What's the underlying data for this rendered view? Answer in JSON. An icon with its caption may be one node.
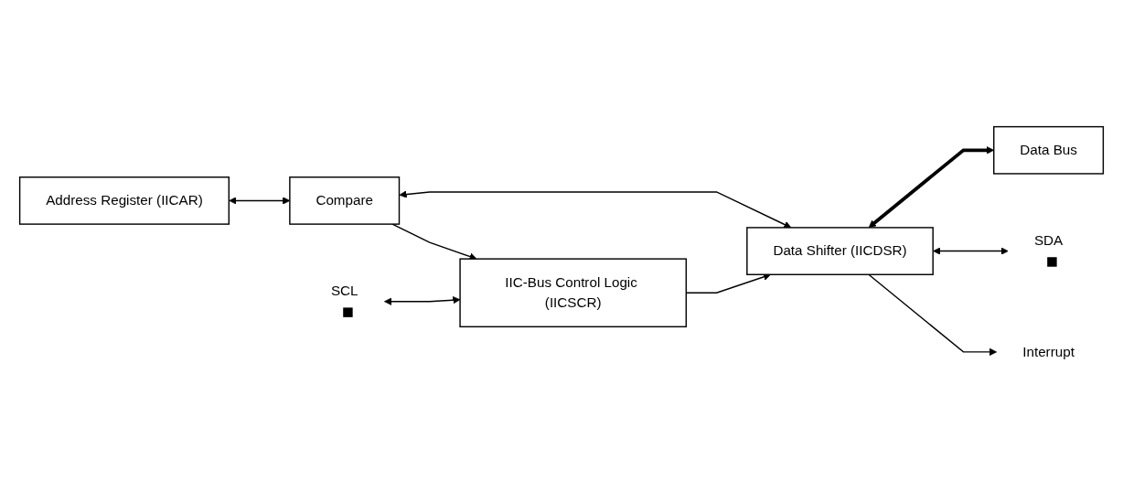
{
  "diagram": {
    "nodes": [
      {
        "text": [
          "Address Register (IICAR)"
        ]
      },
      {
        "text": [
          "IIC-Bus Control Logic (IICSCR)"
        ]
      },
      {
        "text": [
          "Compare"
        ]
      },
      {
        "text": [
          "Data Shifter (IICDSR)"
        ]
      },
      {
        "text": [
          "SCL"
        ]
      },
      {
        "text": [
          "Interrupt"
        ]
      },
      {
        "text": [
          "SDA"
        ]
      },
      {
        "text": [
          "Data Bus"
        ]
      }
    ],
    "edges": [
      {
        "from": 0,
        "to": 2,
        "arrow": "both"
      },
      {
        "from": 2,
        "to": 1,
        "arrow": "to"
      },
      {
        "from": 1,
        "to": 3,
        "arrow": "to"
      },
      {
        "from": 2,
        "to": 3,
        "arrow": "both"
      },
      {
        "from": 4,
        "to": 1,
        "arrow": "both"
      },
      {
        "from": 3,
        "to": 5,
        "arrow": "to"
      },
      {
        "from": 3,
        "to": 6,
        "arrow": "both"
      },
      {
        "from": 3,
        "to": 7,
        "arrow": "both",
        "style": "thick"
      }
    ]
  }
}
